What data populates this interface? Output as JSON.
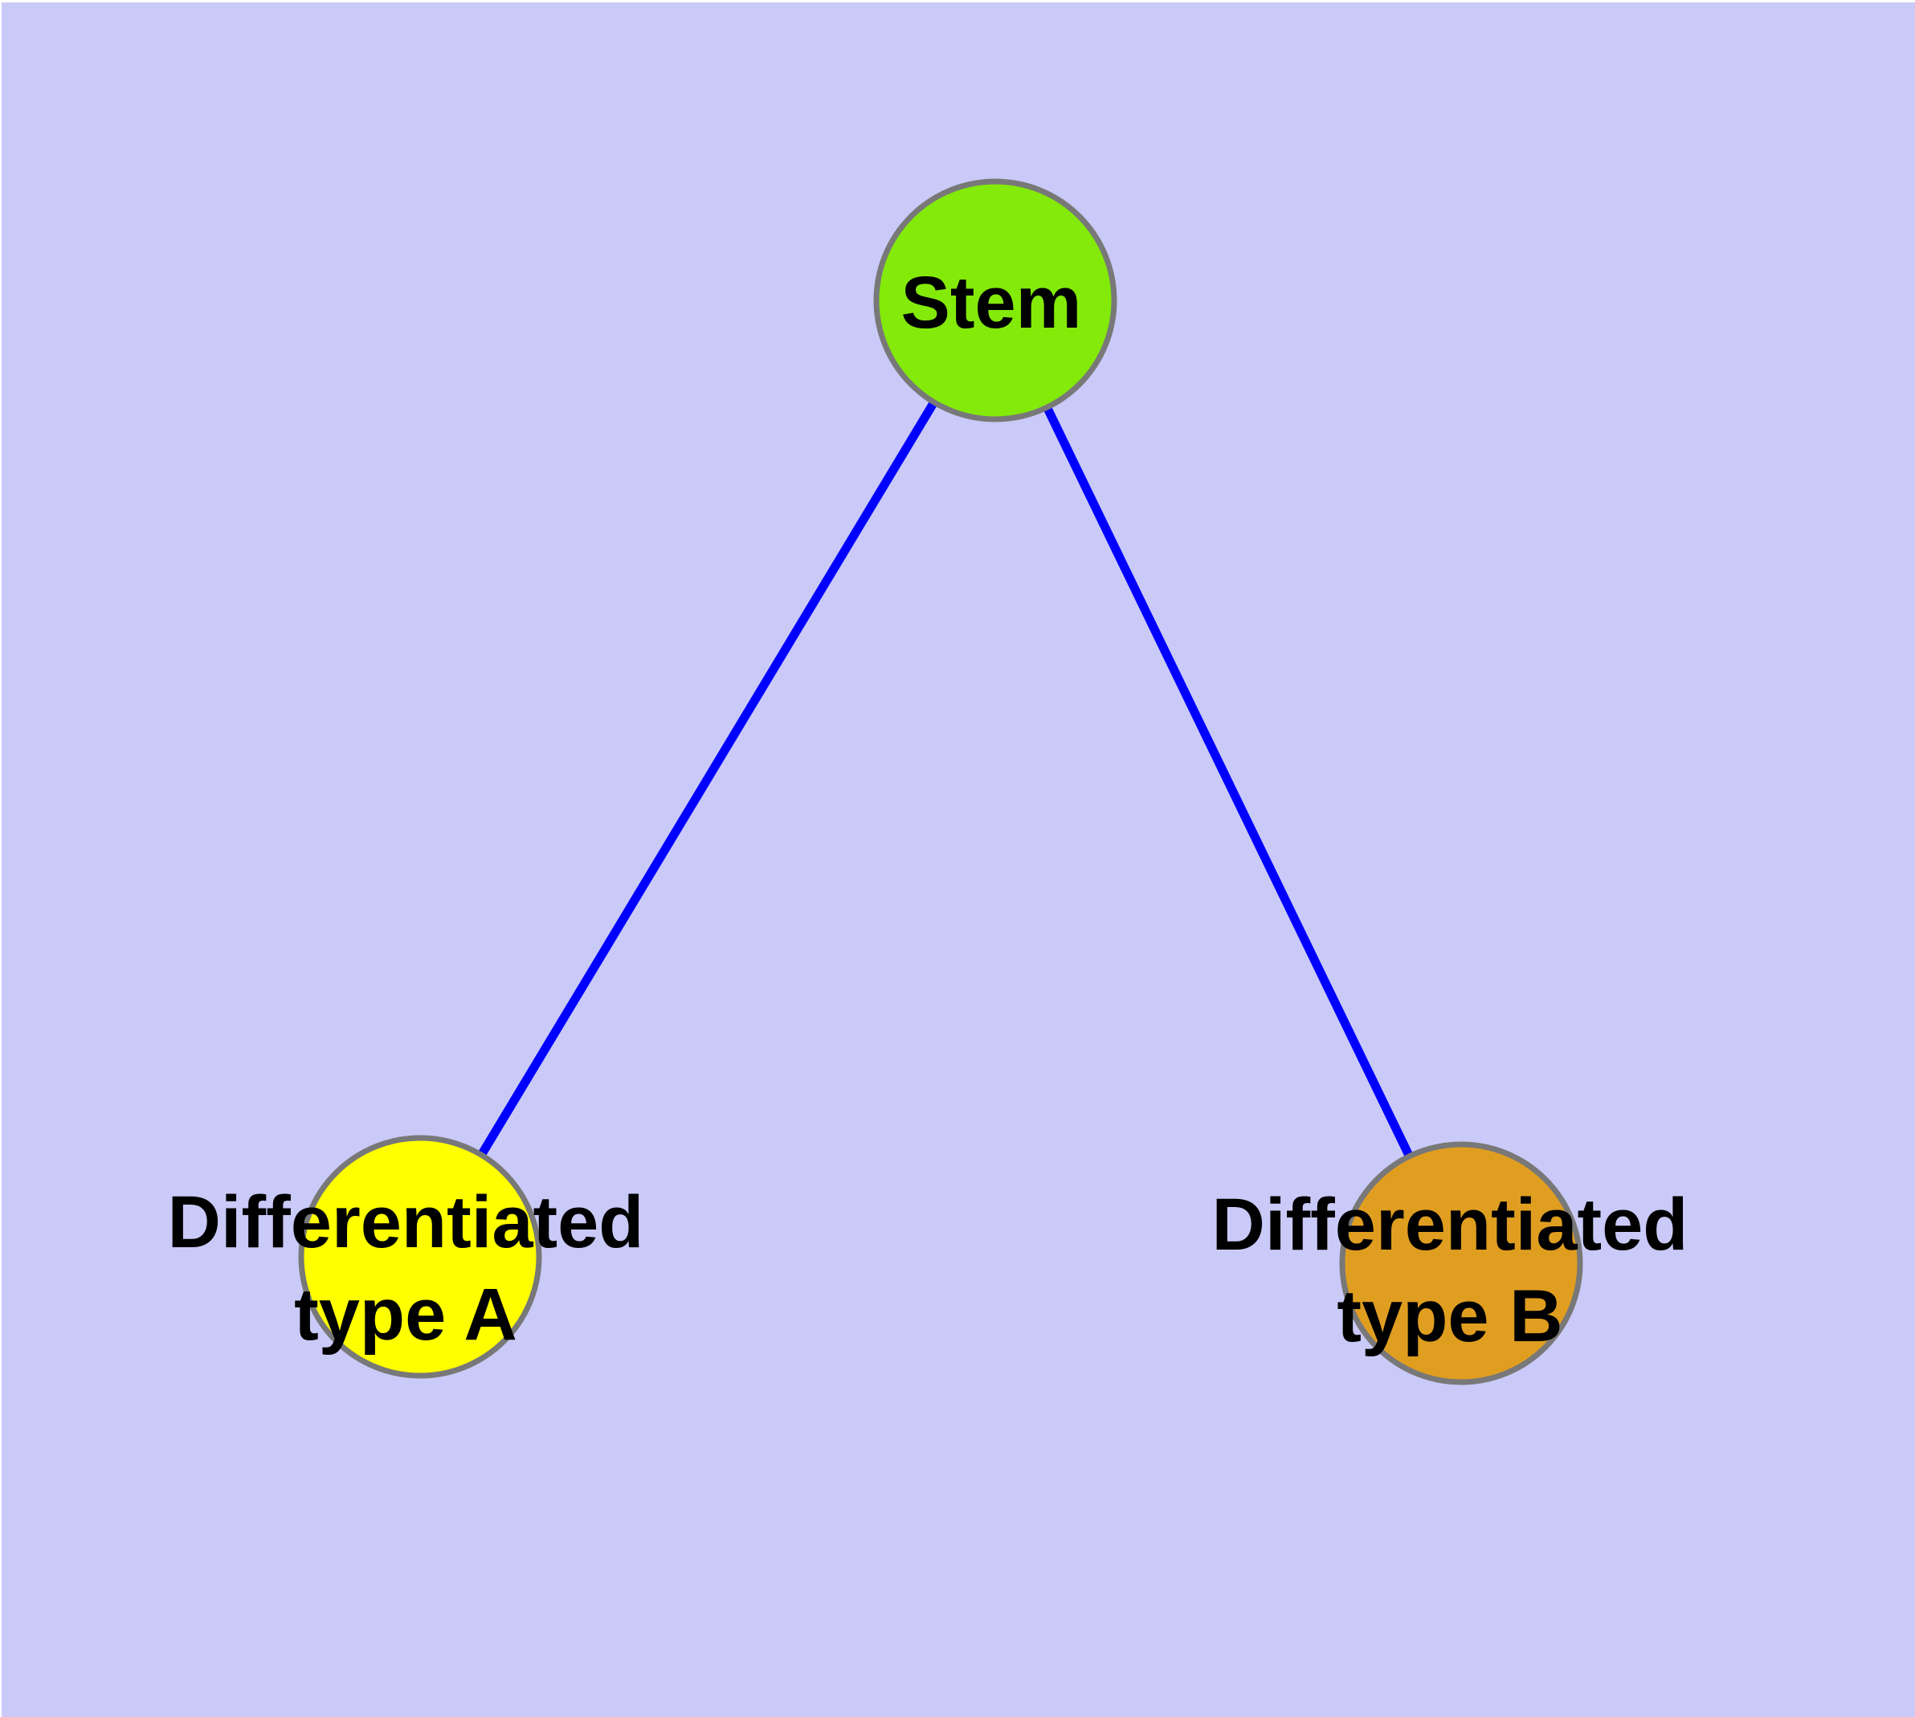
{
  "diagram": {
    "type": "graph",
    "description_colors": {
      "frame": "#FFFFFF",
      "background": "#CACAF8",
      "edge": "#0000FF",
      "node_border": "#787878",
      "label_text": "#000000"
    },
    "nodes": [
      {
        "id": "stem",
        "label": "Stem",
        "label_lines": [
          "Stem",
          ""
        ],
        "fill": "#83EA0A"
      },
      {
        "id": "differentiated-type-a",
        "label": "Differentiated type A",
        "label_lines": [
          "Differentiated",
          "type A"
        ],
        "fill": "#FFFF00"
      },
      {
        "id": "differentiated-type-b",
        "label": "Differentiated type B",
        "label_lines": [
          "Differentiated",
          "type B"
        ],
        "fill": "#E09E20"
      }
    ],
    "edges": [
      {
        "from": "stem",
        "to": "differentiated-type-a"
      },
      {
        "from": "stem",
        "to": "differentiated-type-b"
      }
    ]
  }
}
